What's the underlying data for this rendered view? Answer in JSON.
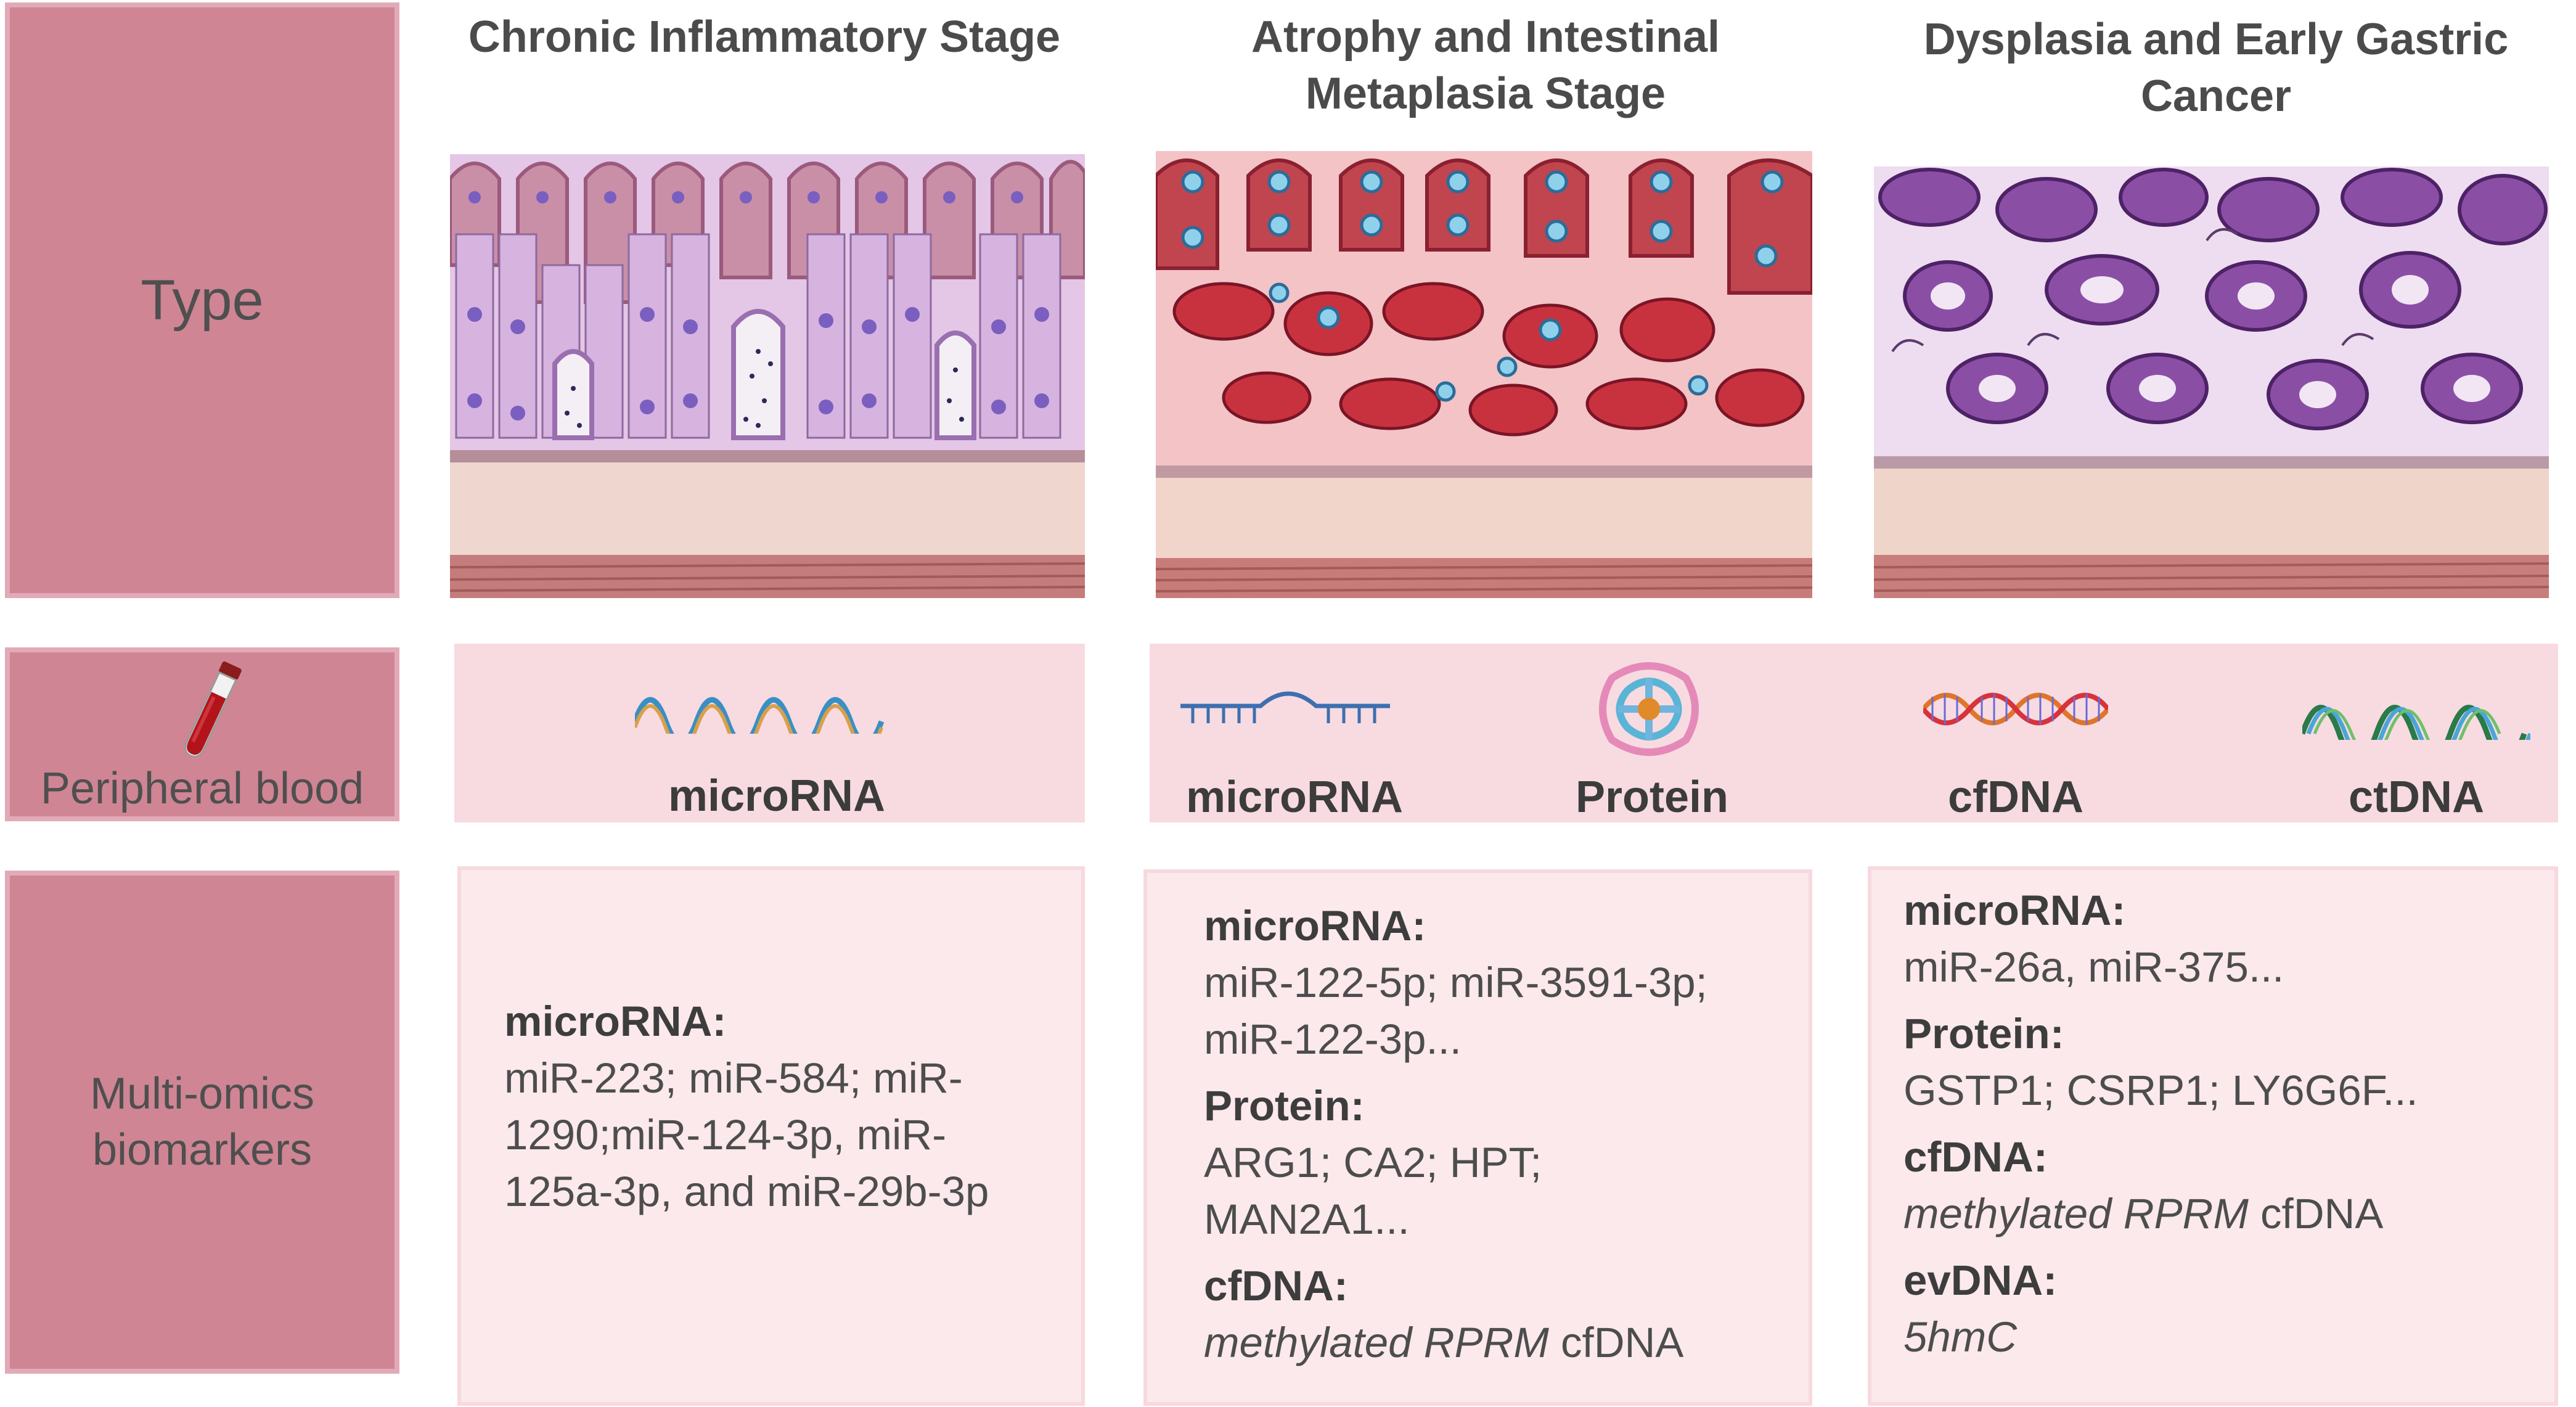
{
  "row_labels": {
    "type": "Type",
    "peripheral_blood": "Peripheral blood",
    "multi_omics_line1": "Multi-omics",
    "multi_omics_line2": "biomarkers"
  },
  "stages": [
    {
      "title_line1": "Chronic Inflammatory Stage",
      "title_line2": ""
    },
    {
      "title_line1": "Atrophy and Intestinal",
      "title_line2": "Metaplasia Stage"
    },
    {
      "title_line1": "Dysplasia and Early Gastric",
      "title_line2": "Cancer"
    }
  ],
  "blood_biomarkers": {
    "stage1": [
      "microRNA"
    ],
    "stage2": [
      "microRNA",
      "Protein"
    ],
    "stage3": [
      "cfDNA",
      "ctDNA"
    ]
  },
  "omics": {
    "stage1": {
      "microrna_heading": "microRNA:",
      "microrna_lines": [
        "miR-223; miR-584; miR-",
        "1290;miR-124-3p, miR-",
        "125a-3p, and miR-29b-3p"
      ]
    },
    "stage2": {
      "microrna_heading": "microRNA:",
      "microrna_lines": [
        "miR-122-5p; miR-3591-3p;",
        "miR-122-3p..."
      ],
      "protein_heading": "Protein:",
      "protein_lines": [
        "ARG1; CA2; HPT;",
        "MAN2A1..."
      ],
      "cfdna_heading": "cfDNA:",
      "cfdna_italic": "methylated RPRM",
      "cfdna_suffix": " cfDNA"
    },
    "stage3": {
      "microrna_heading": "microRNA:",
      "microrna_lines": [
        "miR-26a, miR-375..."
      ],
      "protein_heading": "Protein:",
      "protein_lines": [
        "GSTP1; CSRP1;  LY6G6F..."
      ],
      "cfdna_heading": "cfDNA:",
      "cfdna_italic": "methylated RPRM",
      "cfdna_suffix": " cfDNA",
      "evdna_heading": "evDNA:",
      "evdna_italic": "5hmC"
    }
  },
  "colors": {
    "label_fill": "#cf8594",
    "label_border": "#e2aab6",
    "band_fill": "#f7dbe0",
    "omics_fill": "#fbe9ec"
  }
}
